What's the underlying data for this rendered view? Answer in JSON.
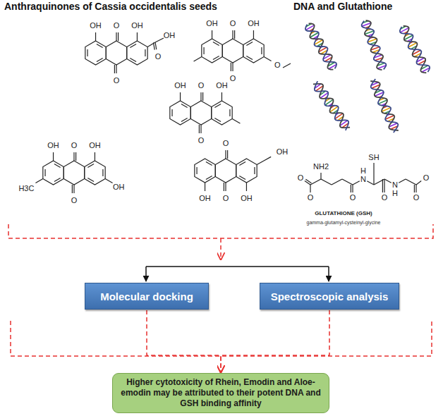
{
  "diagram": {
    "nodes": [
      {
        "text": [
          "Molecular docking"
        ]
      },
      {
        "text": [
          "Spectroscopic analysis"
        ]
      },
      {
        "text": [
          "Higher cytotoxicity of Rhein, Emodin and Aloe-emodin may be attributed to their potent DNA and GSH binding affinity"
        ]
      }
    ],
    "edges": [
      {
        "from": 0,
        "to": 2,
        "arrow": "to"
      },
      {
        "from": 1,
        "to": 2,
        "arrow": "to"
      }
    ],
    "labels": [
      "Anthraquinones of Cassia occidentalis seeds",
      "DNA and Glutathione",
      "OH",
      "O",
      "OH",
      "O",
      "OH",
      "O",
      "OH",
      "O",
      "OH",
      "O",
      "O",
      "OH",
      "O",
      "OH",
      "O",
      "OH",
      "O",
      "OH",
      "H3C",
      "O",
      "OH",
      "O",
      "OH",
      "OH",
      "O",
      "OH",
      "SH",
      "NH2",
      "N",
      "H",
      "O",
      "O",
      "O",
      "O",
      "O",
      "N",
      "H",
      "O",
      "GLUTATHIONE (GSH)",
      "gamma-glutamyl-cysteinyl-glycine"
    ]
  }
}
